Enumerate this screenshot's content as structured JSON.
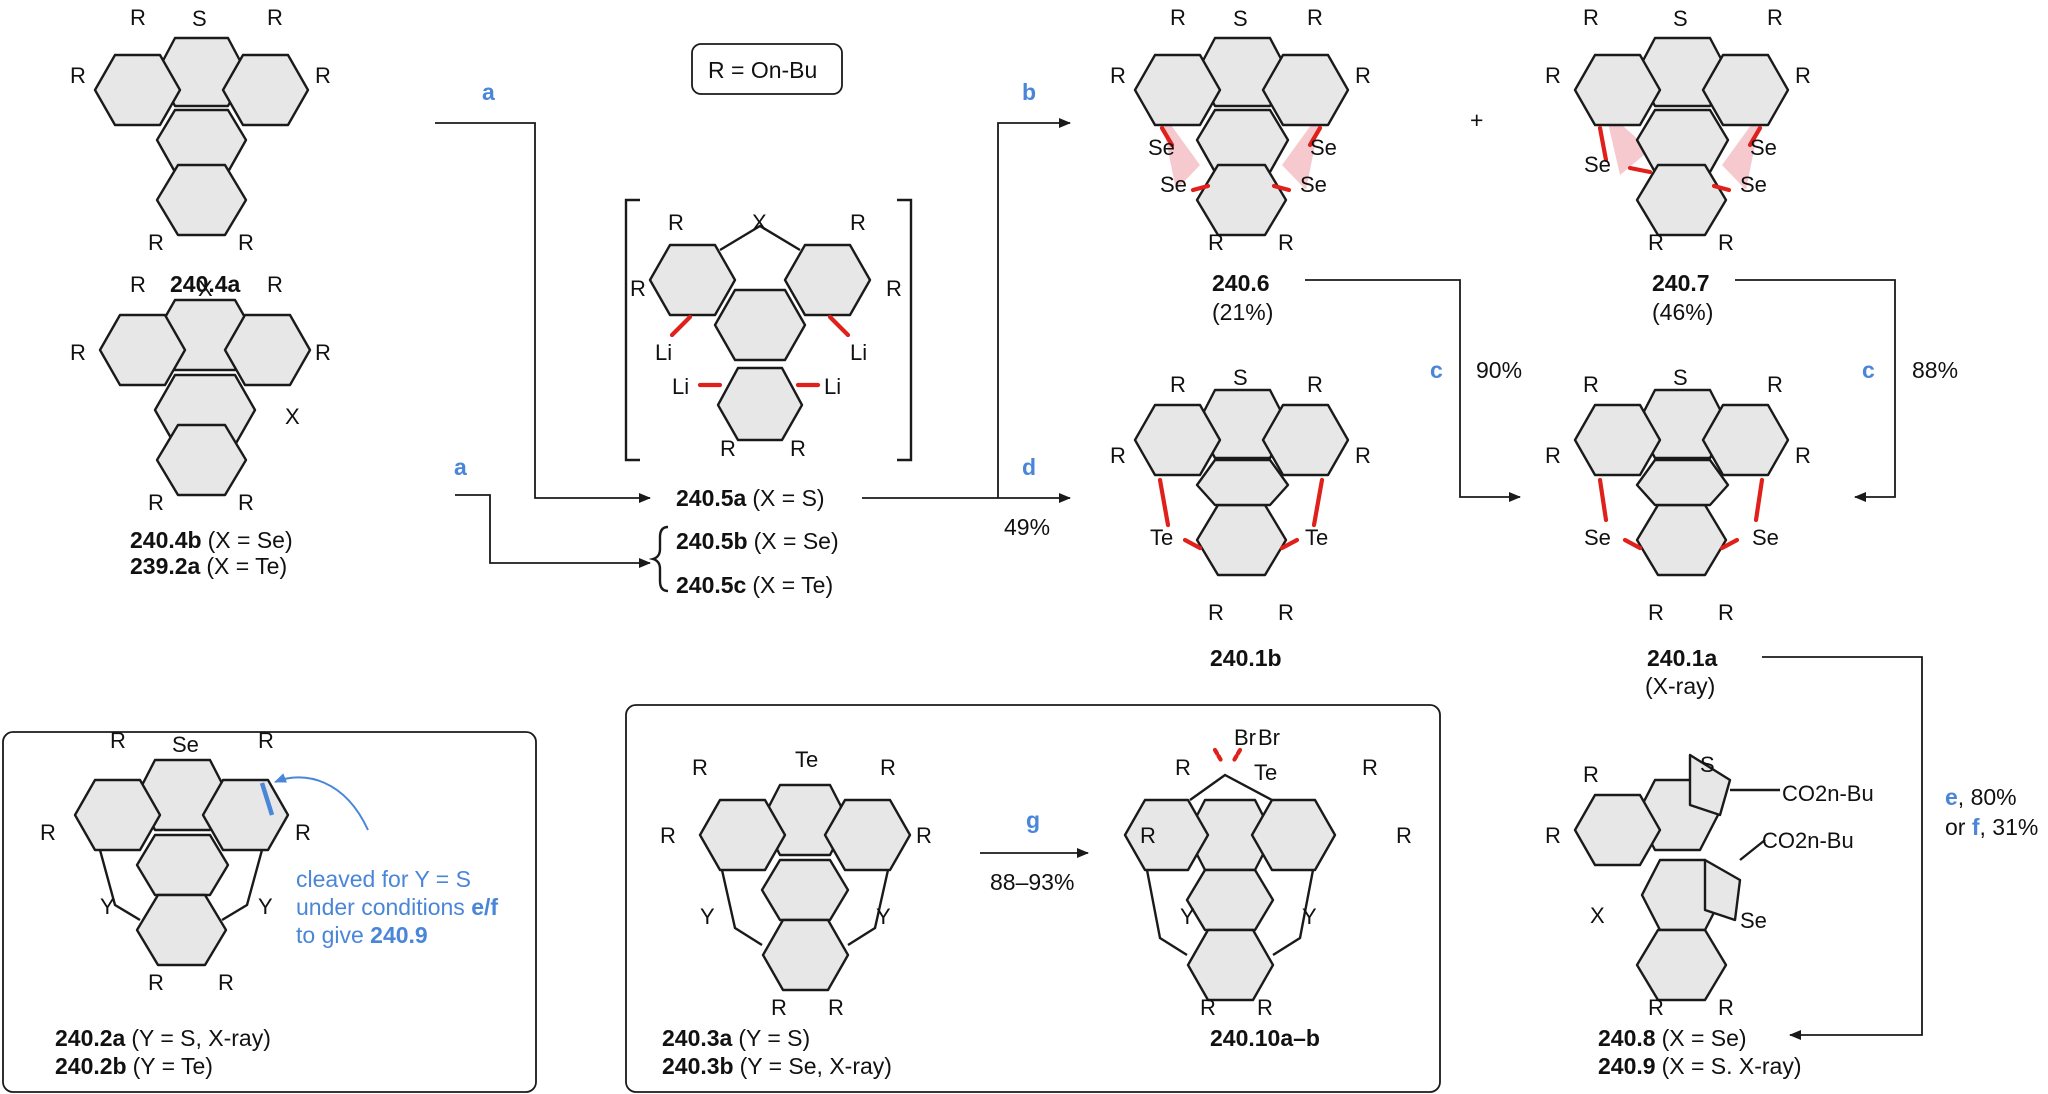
{
  "r_def": "R = On-Bu",
  "compounds": {
    "c2404a": "240.4a",
    "c2404b": "240.4b",
    "c2404b_note": "(X = Se)",
    "c2392a": "239.2a",
    "c2392a_note": "(X = Te)",
    "c2405a": "240.5a",
    "c2405a_note": "(X = S)",
    "c2405b": "240.5b",
    "c2405b_note": "(X = Se)",
    "c2405c": "240.5c",
    "c2405c_note": "(X = Te)",
    "c2406": "240.6",
    "c2406_yield": "(21%)",
    "c2407": "240.7",
    "c2407_yield": "(46%)",
    "c2401b": "240.1b",
    "c2401a": "240.1a",
    "c2401a_note": "(X-ray)",
    "c2408": "240.8",
    "c2408_note": "(X = Se)",
    "c2409": "240.9",
    "c2409_note": "(X = S. X-ray)",
    "c2402a": "240.2a",
    "c2402a_note": "(Y = S, X-ray)",
    "c2402b": "240.2b",
    "c2402b_note": "(Y = Te)",
    "c2403a": "240.3a",
    "c2403a_note": "(Y = S)",
    "c2403b": "240.3b",
    "c2403b_note": "(Y = Se, X-ray)",
    "c24010": "240.10a–b"
  },
  "conditions": {
    "a1": "a",
    "a2": "a",
    "b": "b",
    "d": "d",
    "d_yield": "49%",
    "c1": "c",
    "c1_yield": "90%",
    "c2": "c",
    "c2_yield": "88%",
    "e": "e",
    "e_yield": ", 80%",
    "or": "or ",
    "f": "f",
    "f_yield": ", 31%",
    "g": "g",
    "g_yield": "88–93%",
    "plus": "+"
  },
  "note": {
    "line1": "cleaved for Y = S",
    "line2a": "under conditions ",
    "line2b": "e/f",
    "line3a": "to give ",
    "line3b": "240.9"
  },
  "atoms": {
    "S": "S",
    "Se": "Se",
    "Te": "Te",
    "Li": "Li",
    "X": "X",
    "Y": "Y",
    "R": "R",
    "Br": "Br",
    "ester": "CO2n-Bu"
  },
  "colors": {
    "accent_blue": "#4a86d8",
    "bond_red": "#e0201a",
    "ring_pink": "#f6c9cf",
    "ring_gray": "#e7e7e7"
  }
}
